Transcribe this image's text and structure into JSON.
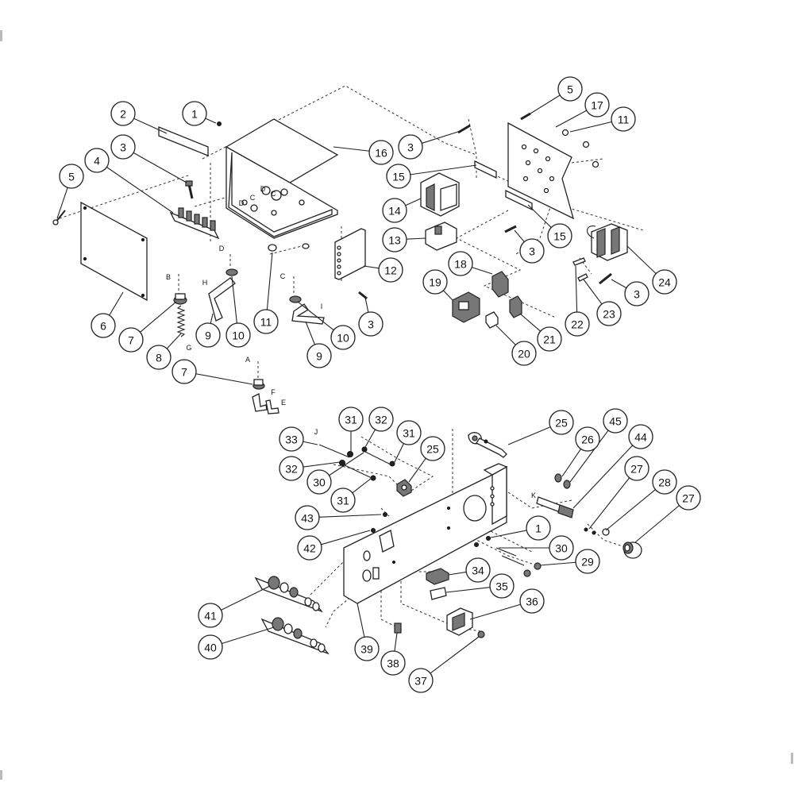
{
  "callouts": [
    {
      "id": "c1a",
      "label": "1"
    },
    {
      "id": "c2",
      "label": "2"
    },
    {
      "id": "c3a",
      "label": "3"
    },
    {
      "id": "c4",
      "label": "4"
    },
    {
      "id": "c5a",
      "label": "5"
    },
    {
      "id": "c6",
      "label": "6"
    },
    {
      "id": "c7a",
      "label": "7"
    },
    {
      "id": "c8",
      "label": "8"
    },
    {
      "id": "c9a",
      "label": "9"
    },
    {
      "id": "c10a",
      "label": "10"
    },
    {
      "id": "c11a",
      "label": "11"
    },
    {
      "id": "c9b",
      "label": "9"
    },
    {
      "id": "c10b",
      "label": "10"
    },
    {
      "id": "c3b",
      "label": "3"
    },
    {
      "id": "c12",
      "label": "12"
    },
    {
      "id": "c16",
      "label": "16"
    },
    {
      "id": "c7b",
      "label": "7"
    },
    {
      "id": "c5b",
      "label": "5"
    },
    {
      "id": "c17",
      "label": "17"
    },
    {
      "id": "c11b",
      "label": "11"
    },
    {
      "id": "c3c",
      "label": "3"
    },
    {
      "id": "c15a",
      "label": "15"
    },
    {
      "id": "c14",
      "label": "14"
    },
    {
      "id": "c13",
      "label": "13"
    },
    {
      "id": "c15b",
      "label": "15"
    },
    {
      "id": "c3d",
      "label": "3"
    },
    {
      "id": "c18",
      "label": "18"
    },
    {
      "id": "c19",
      "label": "19"
    },
    {
      "id": "c20",
      "label": "20"
    },
    {
      "id": "c21",
      "label": "21"
    },
    {
      "id": "c22",
      "label": "22"
    },
    {
      "id": "c23",
      "label": "23"
    },
    {
      "id": "c3e",
      "label": "3"
    },
    {
      "id": "c24",
      "label": "24"
    },
    {
      "id": "c31a",
      "label": "31"
    },
    {
      "id": "c32a",
      "label": "32"
    },
    {
      "id": "c33",
      "label": "33"
    },
    {
      "id": "c31b",
      "label": "31"
    },
    {
      "id": "c25a",
      "label": "25"
    },
    {
      "id": "c32b",
      "label": "32"
    },
    {
      "id": "c30a",
      "label": "30"
    },
    {
      "id": "c31c",
      "label": "31"
    },
    {
      "id": "c43",
      "label": "43"
    },
    {
      "id": "c42",
      "label": "42"
    },
    {
      "id": "c25b",
      "label": "25"
    },
    {
      "id": "c26",
      "label": "26"
    },
    {
      "id": "c45",
      "label": "45"
    },
    {
      "id": "c44",
      "label": "44"
    },
    {
      "id": "c27a",
      "label": "27"
    },
    {
      "id": "c28",
      "label": "28"
    },
    {
      "id": "c27b",
      "label": "27"
    },
    {
      "id": "c1b",
      "label": "1"
    },
    {
      "id": "c30b",
      "label": "30"
    },
    {
      "id": "c29",
      "label": "29"
    },
    {
      "id": "c34",
      "label": "34"
    },
    {
      "id": "c35",
      "label": "35"
    },
    {
      "id": "c36",
      "label": "36"
    },
    {
      "id": "c37",
      "label": "37"
    },
    {
      "id": "c38",
      "label": "38"
    },
    {
      "id": "c39",
      "label": "39"
    },
    {
      "id": "c41",
      "label": "41"
    },
    {
      "id": "c40",
      "label": "40"
    }
  ],
  "letters": [
    {
      "id": "lB",
      "label": "B"
    },
    {
      "id": "lD1",
      "label": "D"
    },
    {
      "id": "lH",
      "label": "H"
    },
    {
      "id": "lC1",
      "label": "C"
    },
    {
      "id": "lI",
      "label": "I"
    },
    {
      "id": "lG",
      "label": "G"
    },
    {
      "id": "lA",
      "label": "A"
    },
    {
      "id": "lF",
      "label": "F"
    },
    {
      "id": "lE",
      "label": "E"
    },
    {
      "id": "lD2",
      "label": "D"
    },
    {
      "id": "lC2",
      "label": "C"
    },
    {
      "id": "lC3",
      "label": "C"
    },
    {
      "id": "lD3",
      "label": "D"
    },
    {
      "id": "lJ",
      "label": "J"
    },
    {
      "id": "lK",
      "label": "K"
    }
  ]
}
